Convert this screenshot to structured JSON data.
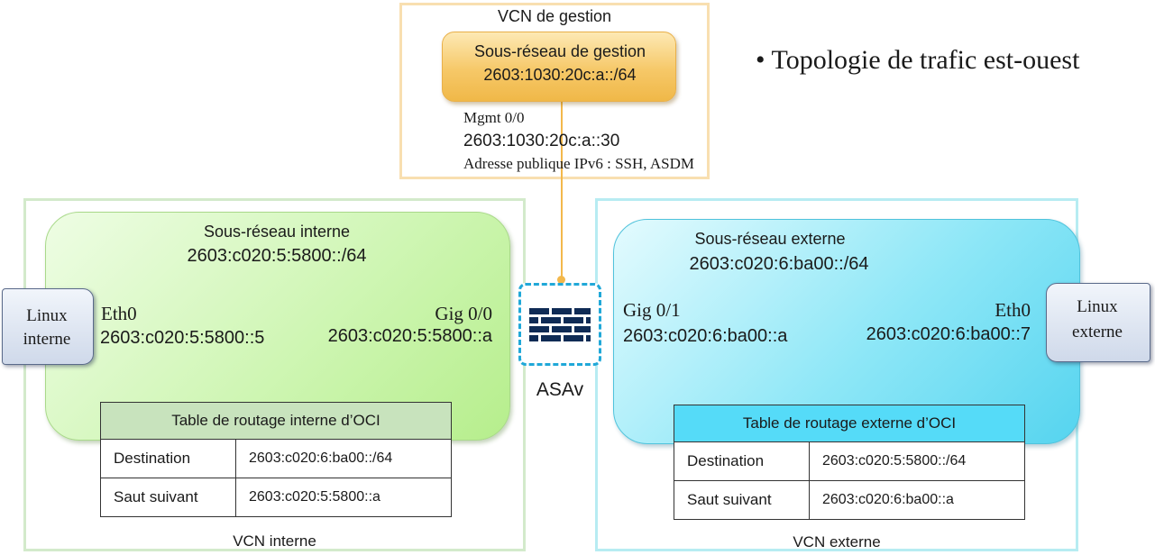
{
  "title": "Topologie de trafic est-ouest",
  "management": {
    "vcn_label": "VCN de gestion",
    "subnet_name": "Sous-réseau de gestion",
    "subnet_cidr": "2603:1030:20c:a::/64",
    "interface_name": "Mgmt 0/0",
    "interface_ip": "2603:1030:20c:a::30",
    "interface_desc": "Adresse publique IPv6 : SSH, ASDM",
    "link_color": "#f3b84b"
  },
  "inside": {
    "vcn_label": "VCN interne",
    "subnet_name": "Sous-réseau interne",
    "subnet_cidr": "2603:c020:5:5800::/64",
    "eth_name": "Eth0",
    "eth_ip": "2603:c020:5:5800::5",
    "gig_name": "Gig 0/0",
    "gig_ip": "2603:c020:5:5800::a",
    "host_line1": "Linux",
    "host_line2": "interne",
    "route_table": {
      "title": "Table de routage interne d’OCI",
      "rows": [
        {
          "key": "Destination",
          "value": "2603:c020:6:ba00::/64"
        },
        {
          "key": "Saut suivant",
          "value": "2603:c020:5:5800::a"
        }
      ]
    }
  },
  "outside": {
    "vcn_label": "VCN externe",
    "subnet_name": "Sous-réseau externe",
    "subnet_cidr": "2603:c020:6:ba00::/64",
    "gig_name": "Gig 0/1",
    "gig_ip": "2603:c020:6:ba00::a",
    "eth_name": "Eth0",
    "eth_ip": "2603:c020:6:ba00::7",
    "host_line1": "Linux",
    "host_line2": "externe",
    "route_table": {
      "title": "Table de routage externe d’OCI",
      "rows": [
        {
          "key": "Destination",
          "value": "2603:c020:5:5800::/64"
        },
        {
          "key": "Saut suivant",
          "value": "2603:c020:6:ba00::a"
        }
      ]
    }
  },
  "firewall": {
    "label": "ASAv",
    "icon": "firewall-icon",
    "border_color": "#20a8d8",
    "icon_color": "#0f2b55"
  }
}
